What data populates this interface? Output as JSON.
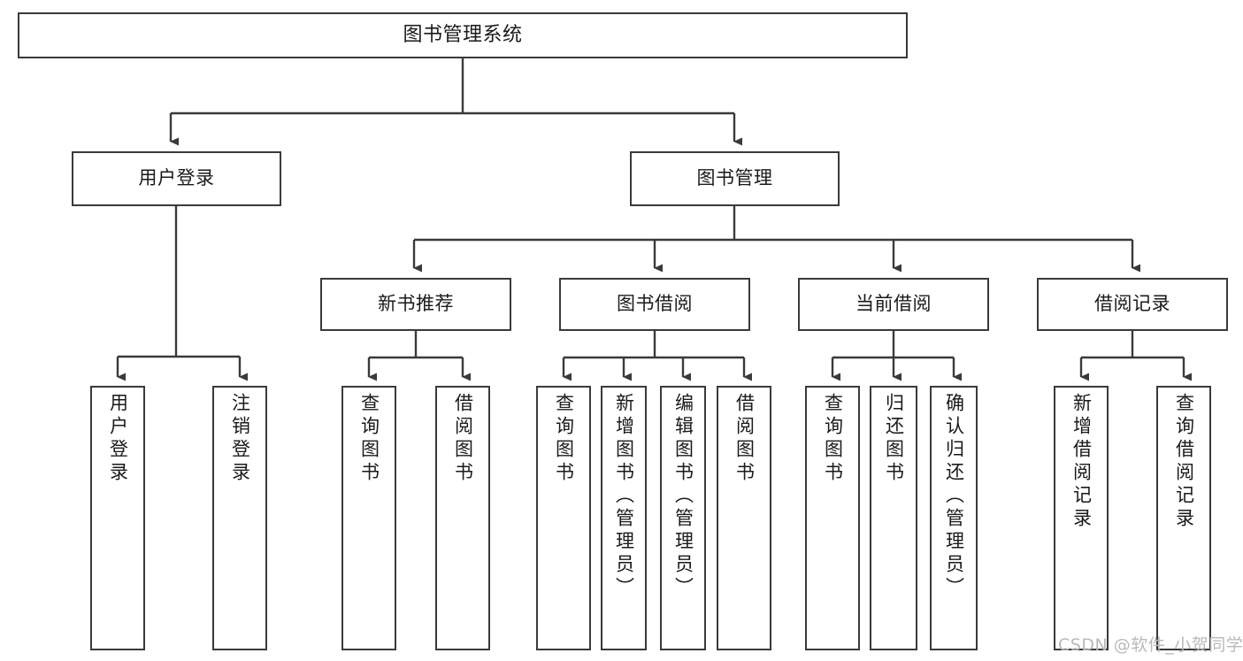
{
  "diagram": {
    "title": "图书管理系统",
    "type": "tree",
    "colors": {
      "stroke": "#3a3a3a",
      "fill": "#ffffff",
      "text": "#1a1a1a",
      "watermark": "#b9b9b9"
    },
    "levels": {
      "root": {
        "label": "图书管理系统"
      },
      "level2": [
        {
          "label": "用户登录"
        },
        {
          "label": "图书管理"
        }
      ],
      "level3": [
        {
          "label": "新书推荐"
        },
        {
          "label": "图书借阅"
        },
        {
          "label": "当前借阅"
        },
        {
          "label": "借阅记录"
        }
      ],
      "leaves": {
        "user_login": [
          {
            "label": "用户登录"
          },
          {
            "label": "注销登录"
          }
        ],
        "new_book_recommend": [
          {
            "label": "查询图书"
          },
          {
            "label": "借阅图书"
          }
        ],
        "book_borrow": [
          {
            "label": "查询图书"
          },
          {
            "label": "新增图书（管理员）"
          },
          {
            "label": "编辑图书（管理员）"
          },
          {
            "label": "借阅图书"
          }
        ],
        "current_borrow": [
          {
            "label": "查询图书"
          },
          {
            "label": "归还图书"
          },
          {
            "label": "确认归还（管理员）"
          }
        ],
        "borrow_record": [
          {
            "label": "新增借阅记录"
          },
          {
            "label": "查询借阅记录"
          }
        ]
      }
    },
    "watermark": "CSDN @软件_小贺同学"
  }
}
